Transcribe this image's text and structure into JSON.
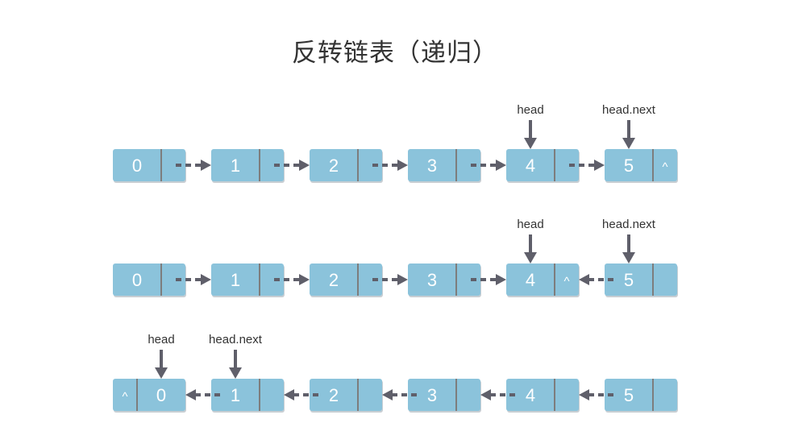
{
  "title": "反转链表（递归）",
  "colors": {
    "node": "#8bc3db",
    "arrow": "#5f5f6a",
    "text": "#333333"
  },
  "null_symbol": "^",
  "rows": [
    {
      "nodes": [
        {
          "value": "0",
          "null_left": false,
          "null_right": false
        },
        {
          "value": "1",
          "null_left": false,
          "null_right": false
        },
        {
          "value": "2",
          "null_left": false,
          "null_right": false
        },
        {
          "value": "3",
          "null_left": false,
          "null_right": false
        },
        {
          "value": "4",
          "null_left": false,
          "null_right": false
        },
        {
          "value": "5",
          "null_left": false,
          "null_right": true
        }
      ],
      "links": [
        "right",
        "right",
        "right",
        "right",
        "right"
      ],
      "pointers": [
        {
          "label": "head",
          "node": 4
        },
        {
          "label": "head.next",
          "node": 5
        }
      ]
    },
    {
      "nodes": [
        {
          "value": "0",
          "null_left": false,
          "null_right": false
        },
        {
          "value": "1",
          "null_left": false,
          "null_right": false
        },
        {
          "value": "2",
          "null_left": false,
          "null_right": false
        },
        {
          "value": "3",
          "null_left": false,
          "null_right": false
        },
        {
          "value": "4",
          "null_left": false,
          "null_right": true
        },
        {
          "value": "5",
          "null_left": false,
          "null_right": false
        }
      ],
      "links": [
        "right",
        "right",
        "right",
        "right",
        "left"
      ],
      "pointers": [
        {
          "label": "head",
          "node": 4
        },
        {
          "label": "head.next",
          "node": 5
        }
      ]
    },
    {
      "nodes": [
        {
          "value": "0",
          "null_left": true,
          "null_right": false
        },
        {
          "value": "1",
          "null_left": false,
          "null_right": false
        },
        {
          "value": "2",
          "null_left": false,
          "null_right": false
        },
        {
          "value": "3",
          "null_left": false,
          "null_right": false
        },
        {
          "value": "4",
          "null_left": false,
          "null_right": false
        },
        {
          "value": "5",
          "null_left": false,
          "null_right": false
        }
      ],
      "links": [
        "left",
        "left",
        "left",
        "left",
        "left"
      ],
      "pointers": [
        {
          "label": "head",
          "node": 0
        },
        {
          "label": "head.next",
          "node": 1
        }
      ]
    }
  ]
}
